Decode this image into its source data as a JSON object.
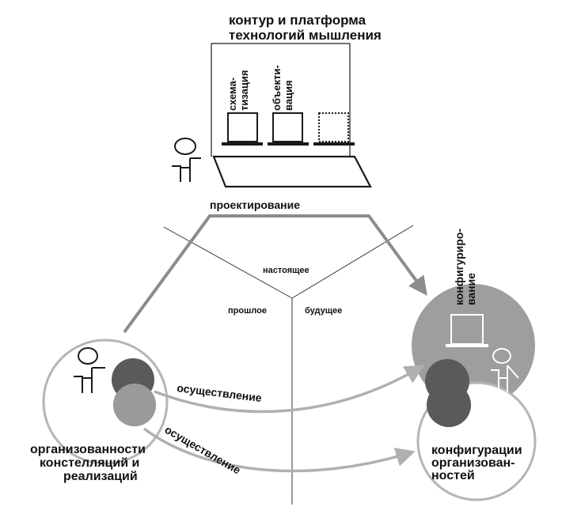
{
  "platform_title_line1": "контур и платформа",
  "platform_title_line2": "технологий мышления",
  "tool1_line1": "схема-",
  "tool1_line2": "тизация",
  "tool2_line1": "объекти-",
  "tool2_line2": "вация",
  "design_label": "проектирование",
  "time_present": "настоящее",
  "time_past": "прошлое",
  "time_future": "будущее",
  "configuring_line1": "конфигуриро-",
  "configuring_line2": "вание",
  "realization_upper": "осуществление",
  "realization_lower": "осуществление",
  "left_circle_line1": "организованности",
  "left_circle_line2": "констелляций и",
  "left_circle_line3": "реализаций",
  "right_circle_line1": "конфигурации",
  "right_circle_line2": "организован-",
  "right_circle_line3": "ностей",
  "colors": {
    "line": "#1a1a1a",
    "grey_arrow": "#8c8c8c",
    "light_circle_stroke": "#b5b5b5",
    "dark_fill": "#5a5a5a",
    "mid_fill": "#9a9a9a",
    "big_grey_fill": "#9e9e9e"
  }
}
